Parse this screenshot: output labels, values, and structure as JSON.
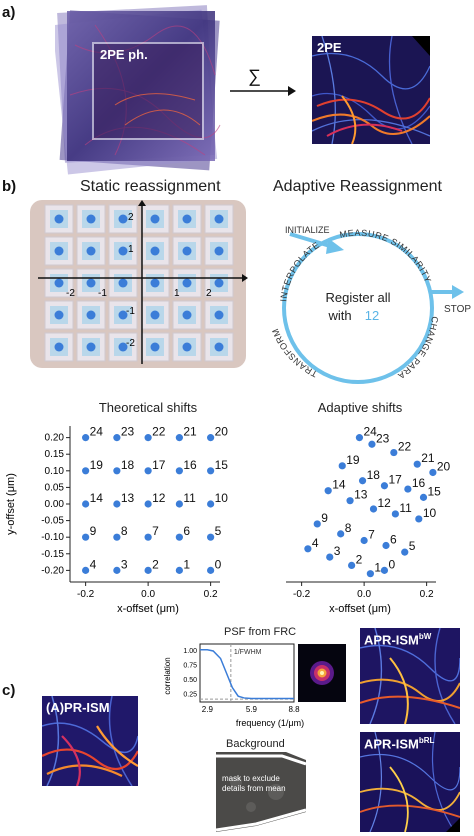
{
  "panel_a": {
    "label": "a)",
    "stack_label": "2PE ph.",
    "operator": "∑",
    "result_label": "2PE"
  },
  "panel_b": {
    "label": "b)",
    "static_title": "Static reassignment",
    "static_grid": {
      "x_ticks": [
        "-2",
        "-1",
        "1",
        "2"
      ],
      "y_ticks": [
        "2",
        "1",
        "-1",
        "-2"
      ]
    },
    "adaptive_title": "Adaptive Reassignment",
    "cycle": {
      "initialize": "INITIALIZE",
      "measure": "MEASURE SIMILARITY",
      "change": "CHANGE PARAMETERS",
      "transform": "TRANSFORM",
      "interpolate": "INTERPOLATE",
      "stop": "STOP",
      "center_line1": "Register all",
      "center_line2_prefix": "with",
      "center_number": "12"
    },
    "colors": {
      "arrow": "#6ec1ea",
      "dot": "#3b7dd8",
      "accent_text": "#5ab4e6"
    }
  },
  "chart_data": [
    {
      "type": "scatter",
      "title": "Theoretical shifts",
      "xlabel": "x-offset (μm)",
      "ylabel": "y-offset (μm)",
      "xlim": [
        -0.25,
        0.23
      ],
      "ylim": [
        -0.235,
        0.235
      ],
      "xticks": [
        "-0.2",
        "0.0",
        "0.2"
      ],
      "yticks": [
        "0.20",
        "0.15",
        "0.10",
        "0.05",
        "0.00",
        "-0.05",
        "-0.10",
        "-0.15",
        "-0.20"
      ],
      "points": [
        {
          "label": "0",
          "x": 0.2,
          "y": -0.2
        },
        {
          "label": "1",
          "x": 0.1,
          "y": -0.2
        },
        {
          "label": "2",
          "x": 0.0,
          "y": -0.2
        },
        {
          "label": "3",
          "x": -0.1,
          "y": -0.2
        },
        {
          "label": "4",
          "x": -0.2,
          "y": -0.2
        },
        {
          "label": "5",
          "x": 0.2,
          "y": -0.1
        },
        {
          "label": "6",
          "x": 0.1,
          "y": -0.1
        },
        {
          "label": "7",
          "x": 0.0,
          "y": -0.1
        },
        {
          "label": "8",
          "x": -0.1,
          "y": -0.1
        },
        {
          "label": "9",
          "x": -0.2,
          "y": -0.1
        },
        {
          "label": "10",
          "x": 0.2,
          "y": 0.0
        },
        {
          "label": "11",
          "x": 0.1,
          "y": 0.0
        },
        {
          "label": "12",
          "x": 0.0,
          "y": 0.0
        },
        {
          "label": "13",
          "x": -0.1,
          "y": 0.0
        },
        {
          "label": "14",
          "x": -0.2,
          "y": 0.0
        },
        {
          "label": "15",
          "x": 0.2,
          "y": 0.1
        },
        {
          "label": "16",
          "x": 0.1,
          "y": 0.1
        },
        {
          "label": "17",
          "x": 0.0,
          "y": 0.1
        },
        {
          "label": "18",
          "x": -0.1,
          "y": 0.1
        },
        {
          "label": "19",
          "x": -0.2,
          "y": 0.1
        },
        {
          "label": "20",
          "x": 0.2,
          "y": 0.2
        },
        {
          "label": "21",
          "x": 0.1,
          "y": 0.2
        },
        {
          "label": "22",
          "x": 0.0,
          "y": 0.2
        },
        {
          "label": "23",
          "x": -0.1,
          "y": 0.2
        },
        {
          "label": "24",
          "x": -0.2,
          "y": 0.2
        }
      ]
    },
    {
      "type": "scatter",
      "title": "Adaptive shifts",
      "xlabel": "x-offset (μm)",
      "ylabel": "",
      "xlim": [
        -0.25,
        0.23
      ],
      "ylim": [
        -0.235,
        0.235
      ],
      "xticks": [
        "-0.2",
        "0.0",
        "0.2"
      ],
      "yticks": [],
      "points": [
        {
          "label": "0",
          "x": 0.065,
          "y": -0.2
        },
        {
          "label": "1",
          "x": 0.02,
          "y": -0.21
        },
        {
          "label": "2",
          "x": -0.04,
          "y": -0.185
        },
        {
          "label": "3",
          "x": -0.11,
          "y": -0.16
        },
        {
          "label": "4",
          "x": -0.18,
          "y": -0.135
        },
        {
          "label": "5",
          "x": 0.13,
          "y": -0.145
        },
        {
          "label": "6",
          "x": 0.07,
          "y": -0.125
        },
        {
          "label": "7",
          "x": 0.0,
          "y": -0.11
        },
        {
          "label": "8",
          "x": -0.075,
          "y": -0.09
        },
        {
          "label": "9",
          "x": -0.15,
          "y": -0.06
        },
        {
          "label": "10",
          "x": 0.175,
          "y": -0.045
        },
        {
          "label": "11",
          "x": 0.1,
          "y": -0.03
        },
        {
          "label": "12",
          "x": 0.03,
          "y": -0.015
        },
        {
          "label": "13",
          "x": -0.045,
          "y": 0.01
        },
        {
          "label": "14",
          "x": -0.115,
          "y": 0.04
        },
        {
          "label": "15",
          "x": 0.19,
          "y": 0.02
        },
        {
          "label": "16",
          "x": 0.14,
          "y": 0.045
        },
        {
          "label": "17",
          "x": 0.065,
          "y": 0.055
        },
        {
          "label": "18",
          "x": -0.005,
          "y": 0.07
        },
        {
          "label": "19",
          "x": -0.07,
          "y": 0.115
        },
        {
          "label": "20",
          "x": 0.22,
          "y": 0.095
        },
        {
          "label": "21",
          "x": 0.17,
          "y": 0.12
        },
        {
          "label": "22",
          "x": 0.095,
          "y": 0.155
        },
        {
          "label": "23",
          "x": 0.025,
          "y": 0.18
        },
        {
          "label": "24",
          "x": -0.015,
          "y": 0.2
        }
      ]
    },
    {
      "type": "line",
      "title": "PSF from FRC",
      "xlabel": "frequency (1/μm)",
      "ylabel": "correlation",
      "xticks": [
        "2.9",
        "5.9",
        "8.8"
      ],
      "yticks": [
        "1.00",
        "0.75",
        "0.50",
        "0.25"
      ],
      "xlim": [
        2.4,
        8.8
      ],
      "ylim": [
        0.1,
        1.1
      ],
      "annotation": "1/FWHM",
      "series": [
        {
          "x": [
            2.4,
            2.9,
            3.3,
            3.8,
            4.2,
            4.6,
            5.0,
            5.4,
            5.9,
            6.5,
            7.2,
            8.0,
            8.8
          ],
          "values": [
            1.0,
            1.0,
            0.98,
            0.85,
            0.6,
            0.35,
            0.2,
            0.17,
            0.16,
            0.16,
            0.16,
            0.16,
            0.16
          ]
        }
      ],
      "threshold": 0.15,
      "fwhm_x": 4.5
    }
  ],
  "panel_c": {
    "label": "c)",
    "input_label": "(A)PR-ISM",
    "background_title": "Background",
    "mask_text": "mask to exclude details from mean",
    "out1_label": "APR-ISM",
    "out1_sup": "bW",
    "out2_label": "APR-ISM",
    "out2_sup": "bRL"
  }
}
